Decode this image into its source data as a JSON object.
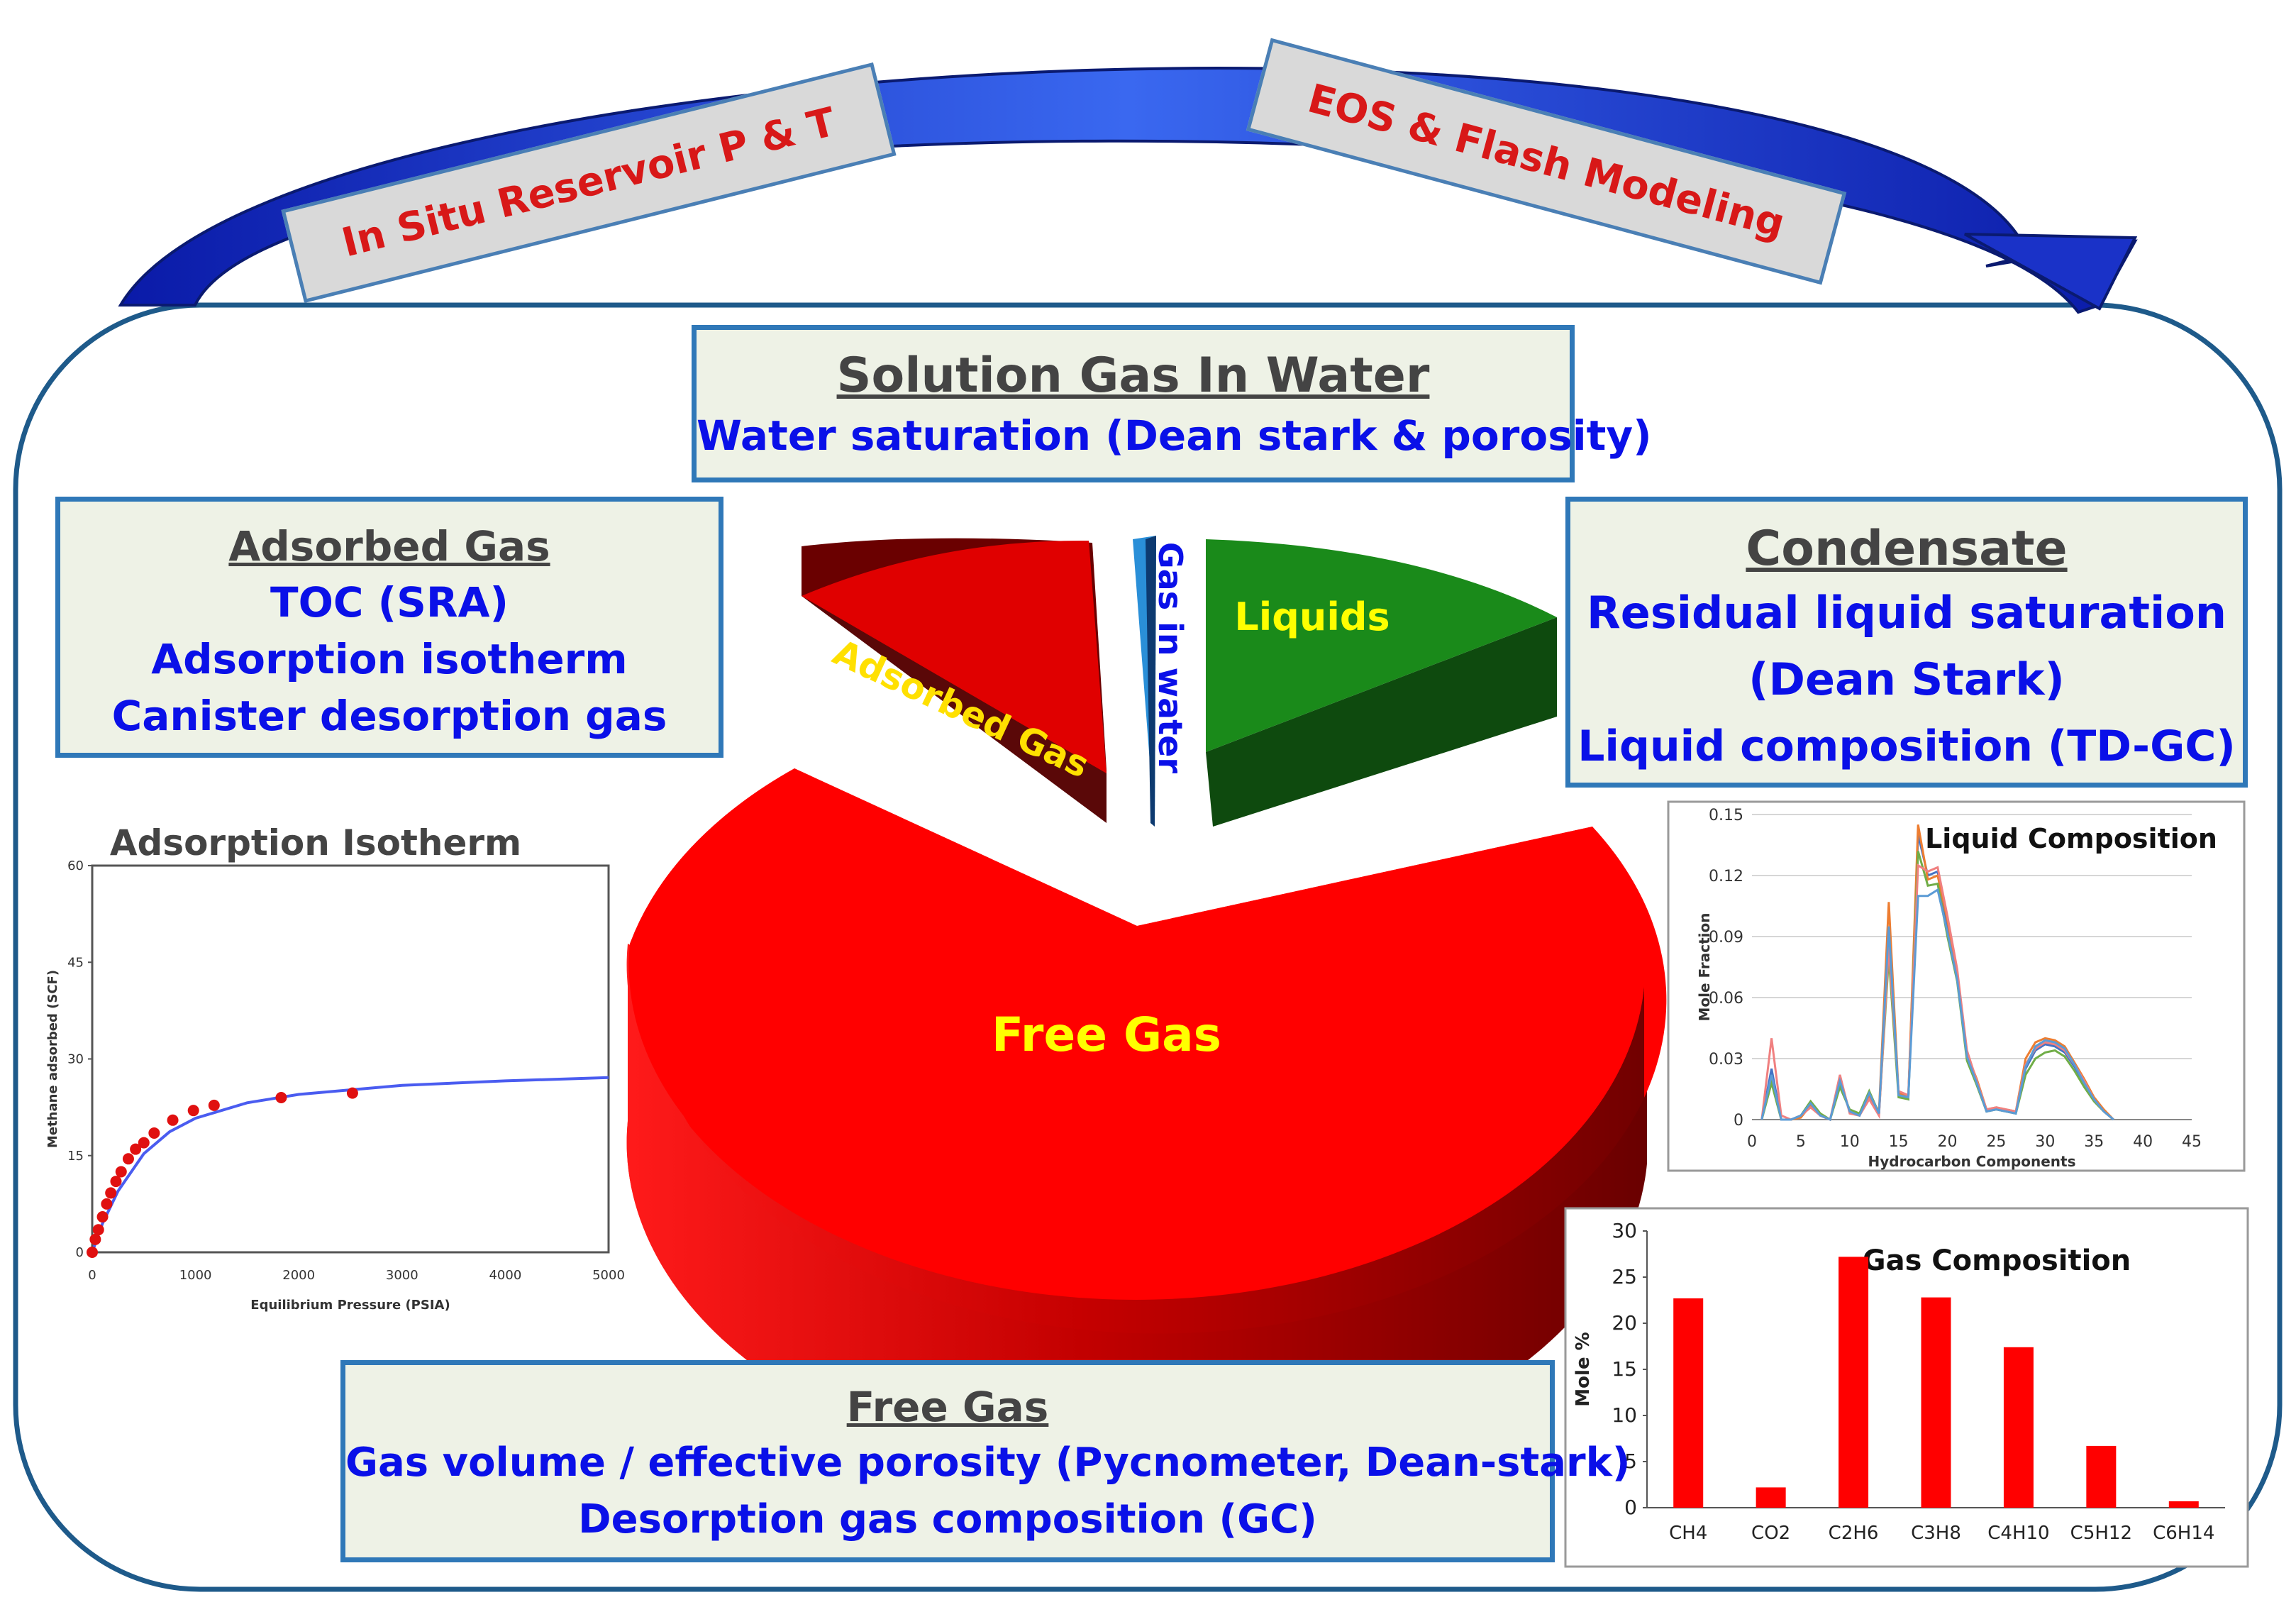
{
  "top_labels": {
    "left": "In Situ Reservoir P & T",
    "right": "EOS & Flash Modeling"
  },
  "boxes": {
    "solution": {
      "title": "Solution Gas In Water",
      "line1": "Water saturation (Dean stark &  porosity)"
    },
    "adsorbed": {
      "title": "Adsorbed Gas",
      "line1": "TOC (SRA)",
      "line2": "Adsorption isotherm",
      "line3": "Canister desorption gas"
    },
    "condensate": {
      "title": "Condensate",
      "line1": "Residual liquid saturation",
      "line2": "(Dean Stark)",
      "line3": "Liquid composition (TD-GC)"
    },
    "freegas": {
      "title": "Free Gas",
      "line1": "Gas volume / effective porosity (Pycnometer, Dean-stark)",
      "line2": "Desorption gas composition (GC)"
    }
  },
  "pie": {
    "labels": {
      "free": "Free Gas",
      "adsorbed": "Adsorbed Gas",
      "water": "Gas in water",
      "liquids": "Liquids"
    },
    "colors": {
      "free": "#ff0000",
      "adsorbed": "#e00000",
      "water": "#2a8fd8",
      "liquids": "#1a8a1a"
    }
  },
  "chart_data": [
    {
      "type": "scatter",
      "title": "Adsorption Isotherm",
      "xlabel": "Equilibrium Pressure (PSIA)",
      "ylabel": "Methane adsorbed (SCF)",
      "xlim": [
        0,
        5000
      ],
      "ylim": [
        0,
        60
      ],
      "xticks": [
        "0",
        "1000",
        "2000",
        "3000",
        "4000",
        "5000"
      ],
      "yticks": [
        "0",
        "15",
        "30",
        "45",
        "60"
      ],
      "points": {
        "x": [
          0,
          30,
          60,
          100,
          140,
          180,
          230,
          280,
          350,
          420,
          500,
          600,
          780,
          980,
          1180,
          1830,
          2520
        ],
        "y": [
          0,
          2,
          3.5,
          5.5,
          7.5,
          9.2,
          11,
          12.5,
          14.5,
          16,
          17,
          18.5,
          20.5,
          22,
          22.8,
          24,
          24.7
        ]
      },
      "fit": {
        "x": [
          0,
          100,
          250,
          500,
          750,
          1000,
          1500,
          2000,
          3000,
          4000,
          5000
        ],
        "y": [
          0,
          4.5,
          9.5,
          15.3,
          18.7,
          20.8,
          23.2,
          24.5,
          25.9,
          26.6,
          27.1
        ]
      }
    },
    {
      "type": "line",
      "title": "Liquid Composition",
      "xlabel": "Hydrocarbon Components",
      "ylabel": "Mole Fraction",
      "xlim": [
        0,
        45
      ],
      "ylim": [
        0,
        0.15
      ],
      "xticks": [
        "0",
        "5",
        "10",
        "15",
        "20",
        "25",
        "30",
        "35",
        "40",
        "45"
      ],
      "yticks": [
        "0",
        "0.03",
        "0.06",
        "0.09",
        "0.12",
        "0.15"
      ],
      "x": [
        1,
        2,
        3,
        4,
        5,
        6,
        7,
        8,
        9,
        10,
        11,
        12,
        13,
        14,
        15,
        16,
        17,
        18,
        19,
        20,
        21,
        22,
        23,
        24,
        25,
        26,
        27,
        28,
        29,
        30,
        31,
        32,
        33,
        34,
        35,
        36,
        37
      ],
      "series": [
        {
          "color": "#4472c4",
          "values": [
            0,
            0.025,
            0,
            0,
            0.002,
            0.008,
            0.002,
            0,
            0.018,
            0.004,
            0.002,
            0.012,
            0.003,
            0.09,
            0.012,
            0.01,
            0.14,
            0.12,
            0.122,
            0.095,
            0.07,
            0.03,
            0.018,
            0.004,
            0.005,
            0.004,
            0.003,
            0.025,
            0.034,
            0.037,
            0.036,
            0.033,
            0.026,
            0.018,
            0.01,
            0.004,
            0
          ]
        },
        {
          "color": "#ed7d31",
          "values": [
            0,
            0.02,
            0,
            0,
            0.001,
            0.007,
            0.002,
            0,
            0.02,
            0.004,
            0.002,
            0.012,
            0.004,
            0.107,
            0.013,
            0.011,
            0.145,
            0.118,
            0.12,
            0.098,
            0.072,
            0.032,
            0.02,
            0.005,
            0.006,
            0.005,
            0.004,
            0.03,
            0.038,
            0.04,
            0.039,
            0.036,
            0.028,
            0.02,
            0.011,
            0.005,
            0
          ]
        },
        {
          "color": "#70ad47",
          "values": [
            0,
            0.018,
            0,
            0,
            0.002,
            0.009,
            0.003,
            0,
            0.016,
            0.005,
            0.003,
            0.014,
            0.003,
            0.08,
            0.011,
            0.01,
            0.132,
            0.115,
            0.116,
            0.09,
            0.068,
            0.029,
            0.017,
            0.004,
            0.005,
            0.004,
            0.003,
            0.022,
            0.03,
            0.033,
            0.034,
            0.031,
            0.024,
            0.016,
            0.009,
            0.004,
            0
          ]
        },
        {
          "color": "#f08080",
          "values": [
            0,
            0.04,
            0.002,
            0,
            0.002,
            0.006,
            0.002,
            0,
            0.022,
            0.003,
            0.002,
            0.01,
            0.002,
            0.085,
            0.014,
            0.012,
            0.125,
            0.122,
            0.124,
            0.1,
            0.074,
            0.034,
            0.019,
            0.005,
            0.006,
            0.005,
            0.004,
            0.027,
            0.035,
            0.038,
            0.037,
            0.034,
            0.027,
            0.019,
            0.01,
            0.004,
            0
          ]
        },
        {
          "color": "#5b9bd5",
          "values": [
            0,
            0.022,
            0,
            0,
            0.002,
            0.008,
            0.002,
            0,
            0.019,
            0.004,
            0.002,
            0.013,
            0.003,
            0.095,
            0.012,
            0.011,
            0.11,
            0.11,
            0.113,
            0.092,
            0.069,
            0.031,
            0.018,
            0.004,
            0.005,
            0.004,
            0.003,
            0.026,
            0.036,
            0.039,
            0.038,
            0.035,
            0.027,
            0.018,
            0.01,
            0.004,
            0
          ]
        }
      ]
    },
    {
      "type": "bar",
      "title": "Gas Composition",
      "xlabel": "",
      "ylabel": "Mole %",
      "ylim": [
        0,
        30
      ],
      "yticks": [
        "0",
        "5",
        "10",
        "15",
        "20",
        "25",
        "30"
      ],
      "categories": [
        "CH4",
        "CO2",
        "C2H6",
        "C3H8",
        "C4H10",
        "C5H12",
        "C6H14"
      ],
      "values": [
        22.7,
        2.2,
        27.2,
        22.8,
        17.4,
        6.7,
        0.7
      ],
      "color": "#ff0000"
    }
  ]
}
